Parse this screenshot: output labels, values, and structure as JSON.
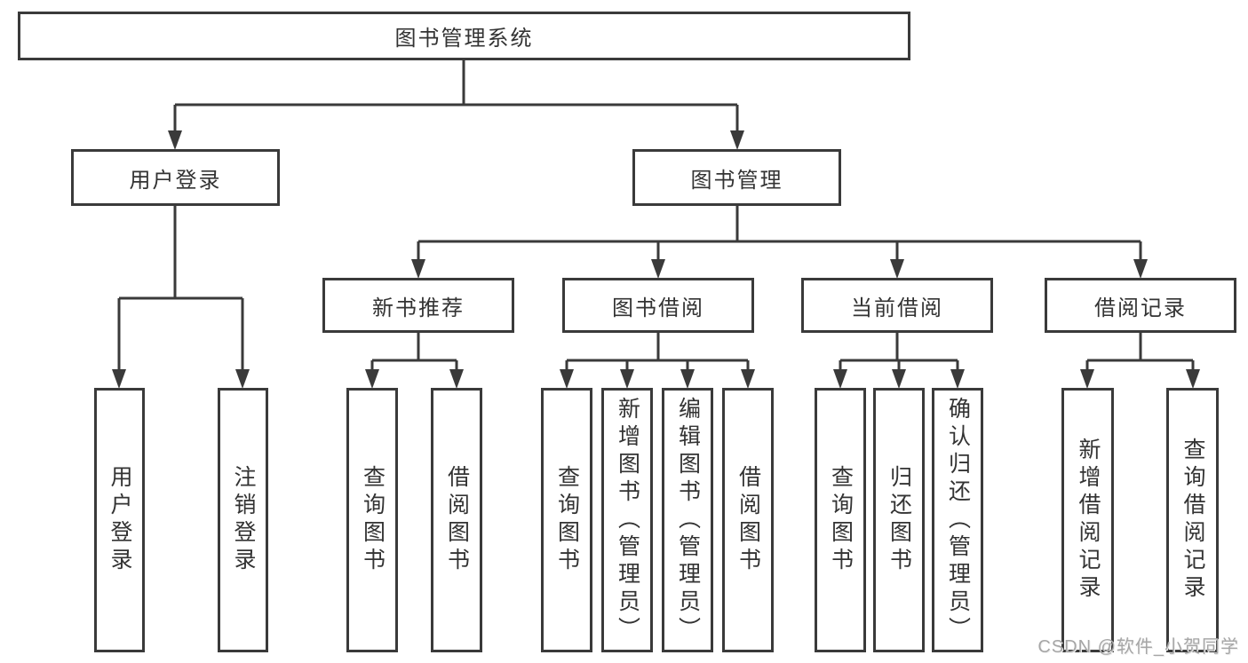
{
  "diagram": {
    "title": "图书管理系统",
    "level2": [
      {
        "label": "用户登录"
      },
      {
        "label": "图书管理"
      }
    ],
    "level3": [
      {
        "label": "新书推荐",
        "parent": "图书管理"
      },
      {
        "label": "图书借阅",
        "parent": "图书管理"
      },
      {
        "label": "当前借阅",
        "parent": "图书管理"
      },
      {
        "label": "借阅记录",
        "parent": "图书管理"
      }
    ],
    "leaves": [
      {
        "label": "用户登录",
        "parent": "用户登录"
      },
      {
        "label": "注销登录",
        "parent": "用户登录"
      },
      {
        "label": "查询图书",
        "parent": "新书推荐"
      },
      {
        "label": "借阅图书",
        "parent": "新书推荐"
      },
      {
        "label": "查询图书",
        "parent": "图书借阅"
      },
      {
        "label": "新增图书（管理员）",
        "parent": "图书借阅"
      },
      {
        "label": "编辑图书（管理员）",
        "parent": "图书借阅"
      },
      {
        "label": "借阅图书",
        "parent": "图书借阅"
      },
      {
        "label": "查询图书",
        "parent": "当前借阅"
      },
      {
        "label": "归还图书",
        "parent": "当前借阅"
      },
      {
        "label": "确认归还（管理员）",
        "parent": "当前借阅"
      },
      {
        "label": "新增借阅记录",
        "parent": "借阅记录"
      },
      {
        "label": "查询借阅记录",
        "parent": "借阅记录"
      }
    ],
    "colors": {
      "line": "#3a3a3a",
      "text": "#333333",
      "box_fill": "#ffffff",
      "watermark": "#a6a6a6"
    }
  },
  "watermark": {
    "text": "CSDN @软件_小贺同学"
  }
}
